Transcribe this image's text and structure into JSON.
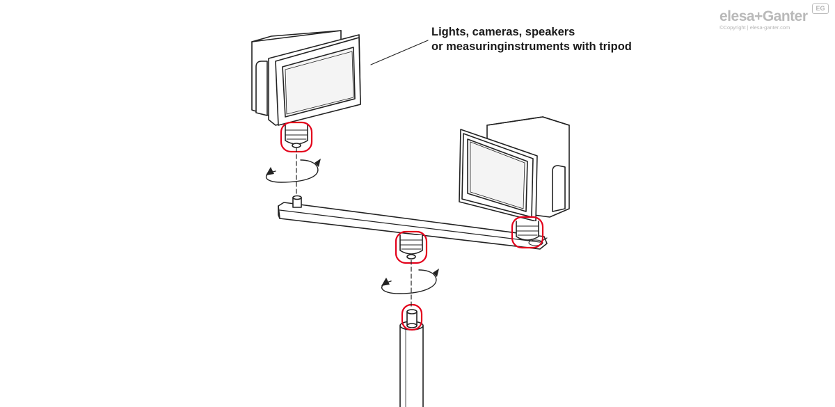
{
  "callout": {
    "line1": "Lights, cameras, speakers",
    "line2": "or measuringinstruments with tripod"
  },
  "brand": {
    "name": "elesa+Ganter",
    "copyright": "©Copyright | elesa-ganter.com",
    "badge": "EG"
  },
  "colors": {
    "line": "#222222",
    "highlight": "#e3001b",
    "screen": "#f4f4f4",
    "logo": "#b9b9b9"
  },
  "icons": [
    "rotation-arrow-icon",
    "brand-logo-icon"
  ]
}
